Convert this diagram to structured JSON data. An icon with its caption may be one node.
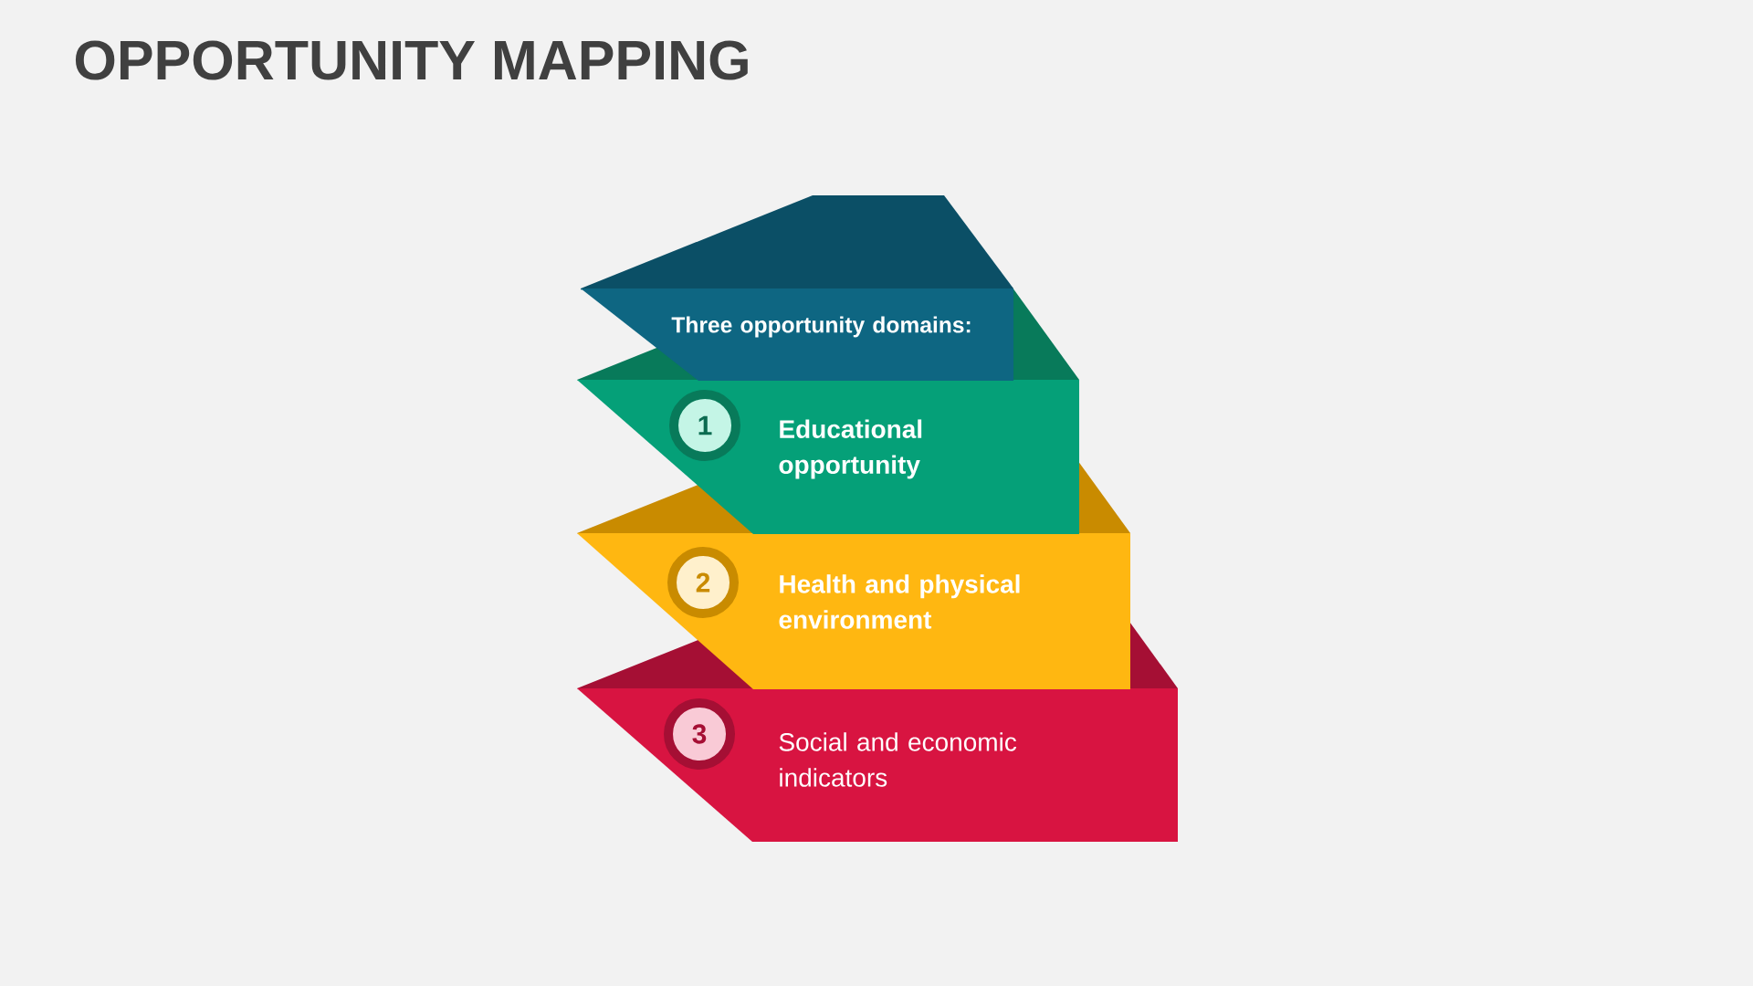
{
  "diagram": {
    "title": "OPPORTUNITY MAPPING",
    "nodes": [
      {
        "text": [
          "Three opportunity domains:"
        ]
      },
      {
        "text": [
          "Educational opportunity"
        ]
      },
      {
        "text": [
          "1"
        ],
        "in": 1
      },
      {
        "text": [
          "Health and physical environment"
        ]
      },
      {
        "text": [
          "2"
        ],
        "in": 3
      },
      {
        "text": [
          "Social and economic indicators"
        ]
      },
      {
        "text": [
          "3"
        ],
        "in": 5
      }
    ]
  }
}
